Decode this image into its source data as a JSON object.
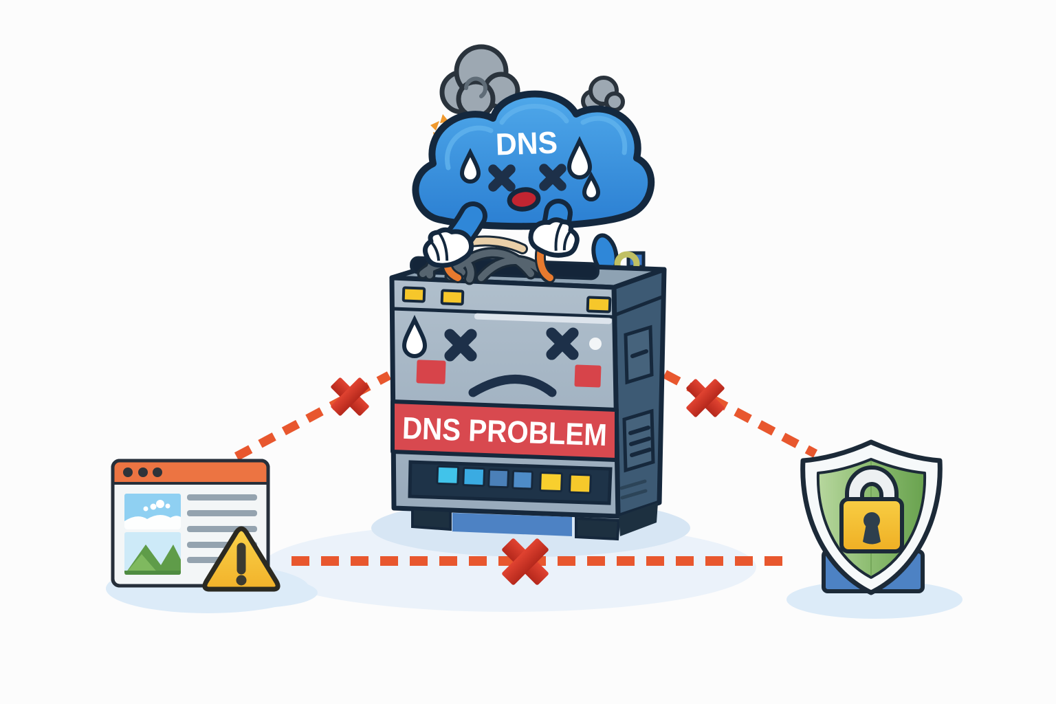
{
  "scene": {
    "title_hint": "DNS failure illustration",
    "cloud": {
      "label": "DNS"
    },
    "server": {
      "banner_label": "DNS PROBLEM"
    }
  },
  "colors": {
    "background": "#FCFCFC",
    "cloud_blue": "#2F87D8",
    "cloud_outline": "#14283E",
    "smoke_gray": "#9DA8B2",
    "sparkle_orange": "#F0992D",
    "server_front": "#A6B7C6",
    "server_side": "#3D5A74",
    "banner_red": "#D8494F",
    "light_yellow": "#F6C72B",
    "panel_navy": "#1E3348",
    "dash_orange": "#E8572E",
    "cross_red": "#D63226",
    "browser_bar_orange": "#EC7442",
    "warning_yellow": "#F6C63C",
    "shield_green": "#7FB562",
    "lock_yellow": "#F4BD2C",
    "base_blue": "#4D82C4",
    "shadow_blue": "#D7E6F4",
    "mouth_red": "#C22531"
  },
  "icon_glyphs": {
    "cloud": "☁",
    "server": "🖥",
    "warning": "⚠",
    "lock": "🔒",
    "shield": "🛡",
    "blocked_cross": "✖"
  }
}
